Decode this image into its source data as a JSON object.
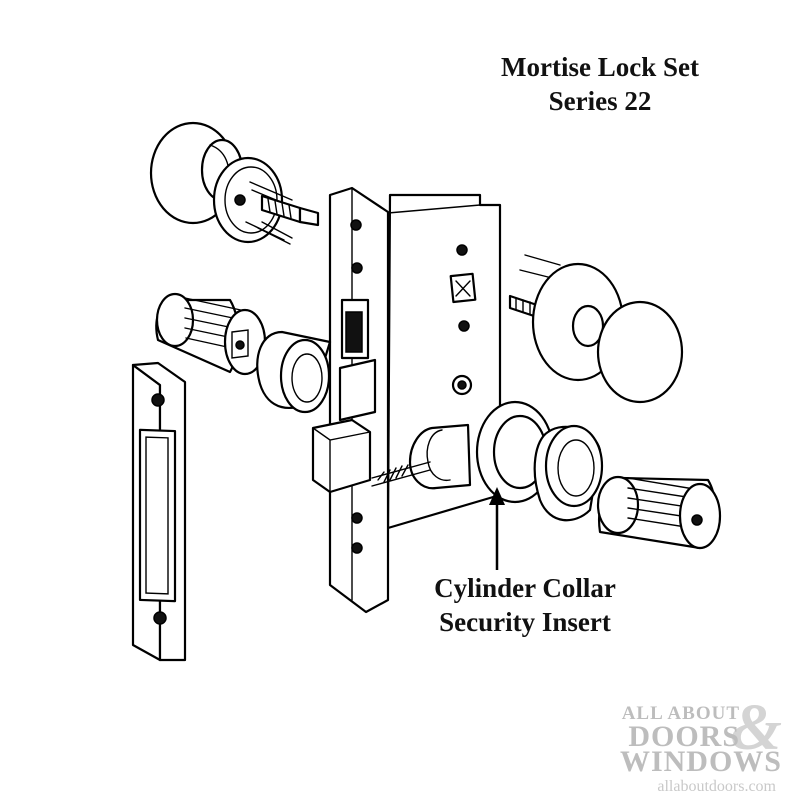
{
  "title": {
    "line1": "Mortise Lock Set",
    "line2": "Series 22"
  },
  "callout": {
    "line1": "Cylinder Collar",
    "line2": "Security Insert"
  },
  "watermark": {
    "small": "ALL ABOUT",
    "line1": "DOORS",
    "ampersand": "&",
    "line2": "WINDOWS",
    "url": "allaboutdoors.com"
  }
}
